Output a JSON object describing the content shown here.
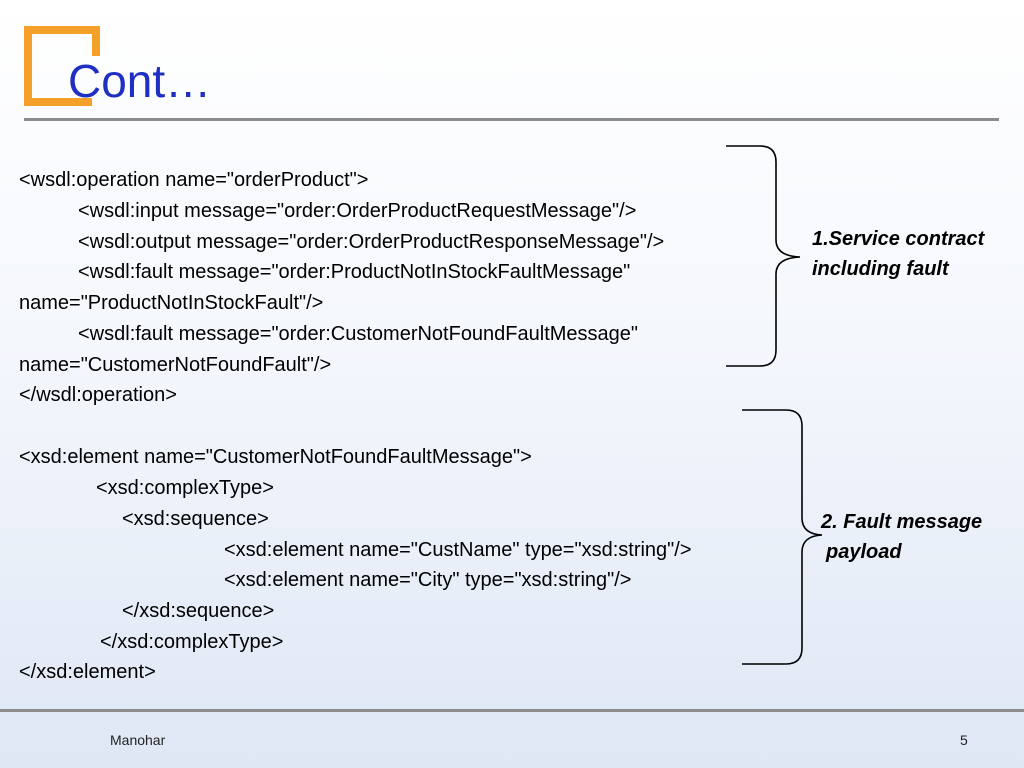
{
  "slide": {
    "title": "Cont…",
    "code_lines": [
      "<wsdl:operation name=\"orderProduct\">",
      "<wsdl:input message=\"order:OrderProductRequestMessage\"/>",
      "<wsdl:output message=\"order:OrderProductResponseMessage\"/>",
      "<wsdl:fault message=\"order:ProductNotInStockFaultMessage\"",
      "name=\"ProductNotInStockFault\"/>",
      "<wsdl:fault message=\"order:CustomerNotFoundFaultMessage\"",
      "name=\"CustomerNotFoundFault\"/>",
      "</wsdl:operation>",
      "<xsd:element name=\"CustomerNotFoundFaultMessage\">",
      "<xsd:complexType>",
      "<xsd:sequence>",
      "<xsd:element name=\"CustName\" type=\"xsd:string\"/>",
      "<xsd:element name=\"City\" type=\"xsd:string\"/>",
      "</xsd:sequence>",
      "</xsd:complexType>",
      "</xsd:element>"
    ],
    "annotations": {
      "service_contract": [
        "1.Service contract",
        "including fault"
      ],
      "fault_payload": [
        "2. Fault message",
        "payload"
      ]
    },
    "footer": {
      "author": "Manohar",
      "page_number": "5"
    }
  },
  "colors": {
    "title": "#1f2fc2",
    "accent_bracket": "#f5a02a",
    "rule": "#8c8c8c"
  }
}
